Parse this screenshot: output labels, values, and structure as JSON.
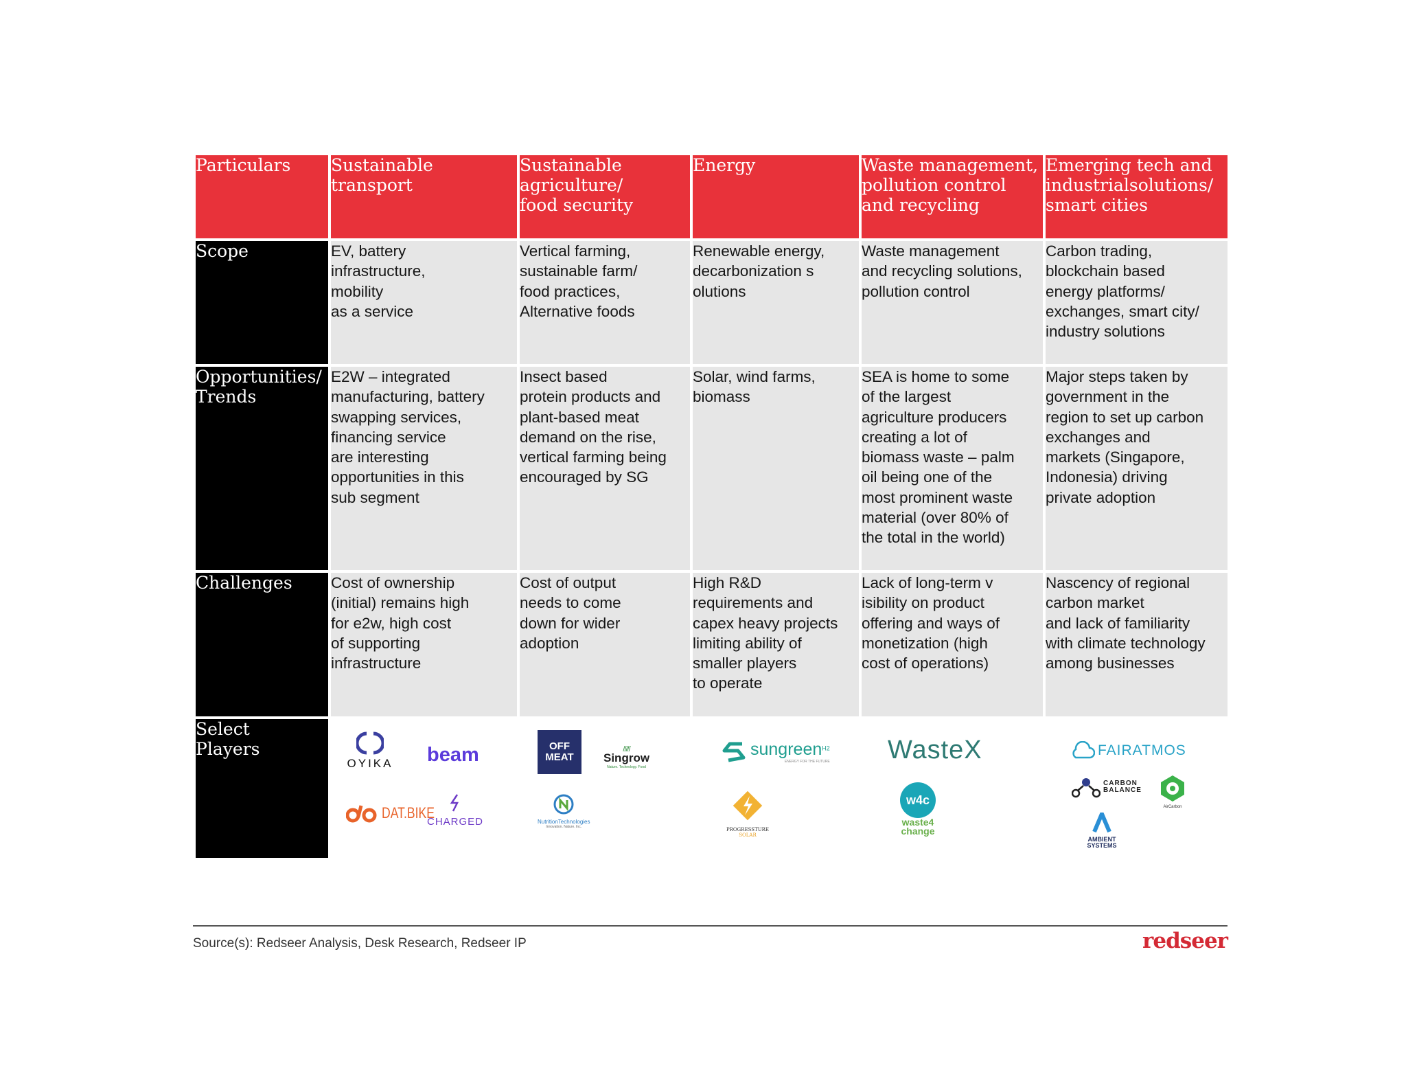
{
  "table": {
    "headers": [
      "Particulars",
      "Sustainable\ntransport",
      "Sustainable\nagriculture/\nfood security",
      "Energy",
      "Waste management,\npollution control\nand recycling",
      "Emerging tech and\nindustrialsolutions/\nsmart cities"
    ],
    "rows": [
      {
        "label": "Scope",
        "cells": [
          "EV, battery\ninfrastructure,\nmobility\nas a service",
          "Vertical farming,\nsustainable farm/\nfood practices,\nAlternative foods",
          "Renewable energy,\ndecarbonization s\nolutions",
          "Waste management\nand recycling solutions,\npollution control",
          "Carbon trading,\nblockchain based\nenergy platforms/\nexchanges, smart city/\nindustry solutions"
        ]
      },
      {
        "label": "Opportunities/\nTrends",
        "cells": [
          "E2W – integrated\nmanufacturing, battery\nswapping services,\nfinancing service\nare interesting\nopportunities in this\nsub segment",
          "Insect based\nprotein products and\nplant-based meat\ndemand on the rise,\nvertical farming being\nencouraged by SG",
          "Solar, wind farms,\nbiomass",
          "SEA is home to some\nof the largest\nagriculture producers\ncreating a lot of\nbiomass waste – palm\noil being one of the\nmost prominent waste\nmaterial (over 80% of\nthe total in the world)",
          "Major steps taken by\ngovernment in the\nregion to set up carbon\nexchanges and\nmarkets (Singapore,\nIndonesia) driving\nprivate adoption"
        ]
      },
      {
        "label": "Challenges",
        "cells": [
          "Cost of ownership\n(initial) remains high\nfor e2w, high cost\nof supporting\ninfrastructure",
          "Cost of output\nneeds to come\ndown for wider\nadoption",
          "High R&D\nrequirements and\ncapex heavy projects\nlimiting ability of\n smaller players\nto operate",
          "Lack of long-term v\nisibility on product\noffering and ways of\nmonetization (high\ncost of operations)",
          "Nascency of regional\ncarbon market\nand lack of familiarity\nwith climate technology\namong businesses"
        ]
      }
    ],
    "players_label": "Select\nPlayers",
    "players": {
      "transport": {
        "oyika": "OYIKA",
        "beam": "beam",
        "datbike": "DAT.BIKE",
        "charged": "CHARGED"
      },
      "agri": {
        "offmeat_1": "OFF",
        "offmeat_2": "MEAT",
        "singrow": "Singrow",
        "singrow_sub": "Nature. Technology. Food",
        "nutrition": "NutritionTechnologies",
        "nutrition_sub": "Innovation. Nature. Inc."
      },
      "energy": {
        "sungreen": "sungreen",
        "sungreen_sup": "H2",
        "sungreen_sub": "ENERGY FOR THE FUTURE",
        "progressture_1": "PROGRESSTURE",
        "progressture_2": "SOLAR"
      },
      "waste": {
        "wastex": "WasteX",
        "w4c_mark": "w4c",
        "w4c_1": "waste4",
        "w4c_2": "change"
      },
      "emerging": {
        "fairatmos": "FAIRATMOS",
        "carbon_1": "CARBON",
        "carbon_2": "BALANCE",
        "aircarbon": "AirCarbon",
        "ambient_1": "AMBIENT",
        "ambient_2": "SYSTEMS"
      }
    }
  },
  "footer": {
    "source": "Source(s): Redseer Analysis, Desk Research, Redseer IP",
    "brand": "redseer"
  },
  "colors": {
    "header_red": "#e8323a",
    "row_black": "#000000",
    "cell_grey": "#e6e6e6",
    "brand_red": "#d42a35"
  }
}
